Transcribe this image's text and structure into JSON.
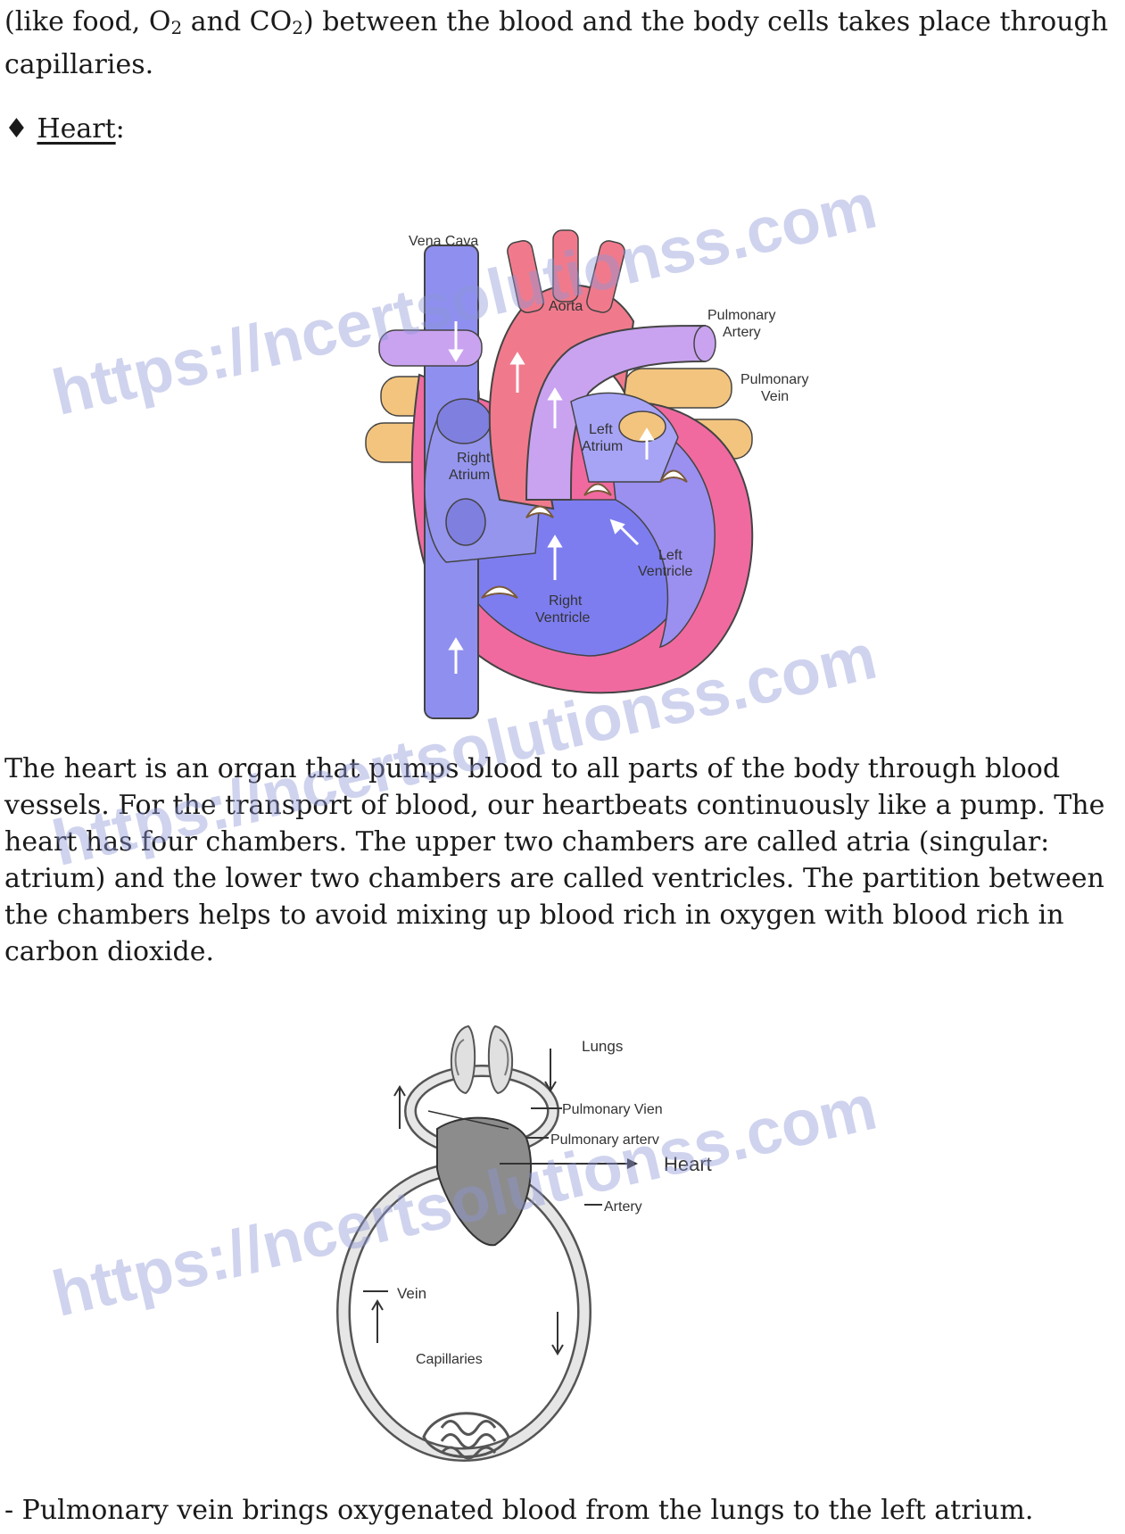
{
  "intro": {
    "part1": "(like food, O",
    "sub1": "2",
    "part2": " and CO",
    "sub2": "2",
    "part3": ") between the blood and the body cells takes place through capillaries."
  },
  "heading": {
    "bullet": "♦",
    "title": "Heart",
    "suffix": ":"
  },
  "heart_diagram": {
    "labels": {
      "vena_cava": "Vena Cava",
      "aorta": "Aorta",
      "pulmonary_artery_1": "Pulmonary",
      "pulmonary_artery_2": "Artery",
      "pulmonary_vein_1": "Pulmonary",
      "pulmonary_vein_2": "Vein",
      "left_atrium_1": "Left",
      "left_atrium_2": "Atrium",
      "right_atrium_1": "Right",
      "right_atrium_2": "Atrium",
      "left_ventricle_1": "Left",
      "left_ventricle_2": "Ventricle",
      "right_ventricle_1": "Right",
      "right_ventricle_2": "Ventricle"
    },
    "colors": {
      "deoxygenated": "#8f8ff0",
      "oxygenated": "#f07a8c",
      "pulmonary_artery": "#c9a3f0",
      "pulmonary_vein": "#f3c47e",
      "wall": "#f06aa0"
    }
  },
  "heart_paragraph": "The heart is an organ that pumps blood to all parts of the body through blood vessels. For the transport of blood, our heartbeats continuously like a pump. The heart has four chambers. The upper two chambers are called atria (singular: atrium) and the lower two chambers are called ventricles. The partition between the chambers helps to avoid mixing up blood rich in oxygen with blood rich in carbon dioxide.",
  "circulation_diagram": {
    "labels": {
      "lungs": "Lungs",
      "pulmonary_vein": "Pulmonary Vien",
      "pulmonary_artery": "Pulmonary arterv",
      "heart": "Heart",
      "artery": "Artery",
      "vein": "Vein",
      "capillaries": "Capillaries"
    }
  },
  "pulmonary_vein_sentence": "- Pulmonary vein brings oxygenated blood from the lungs to the left atrium.",
  "watermark": "https://ncertsolutionss.com"
}
